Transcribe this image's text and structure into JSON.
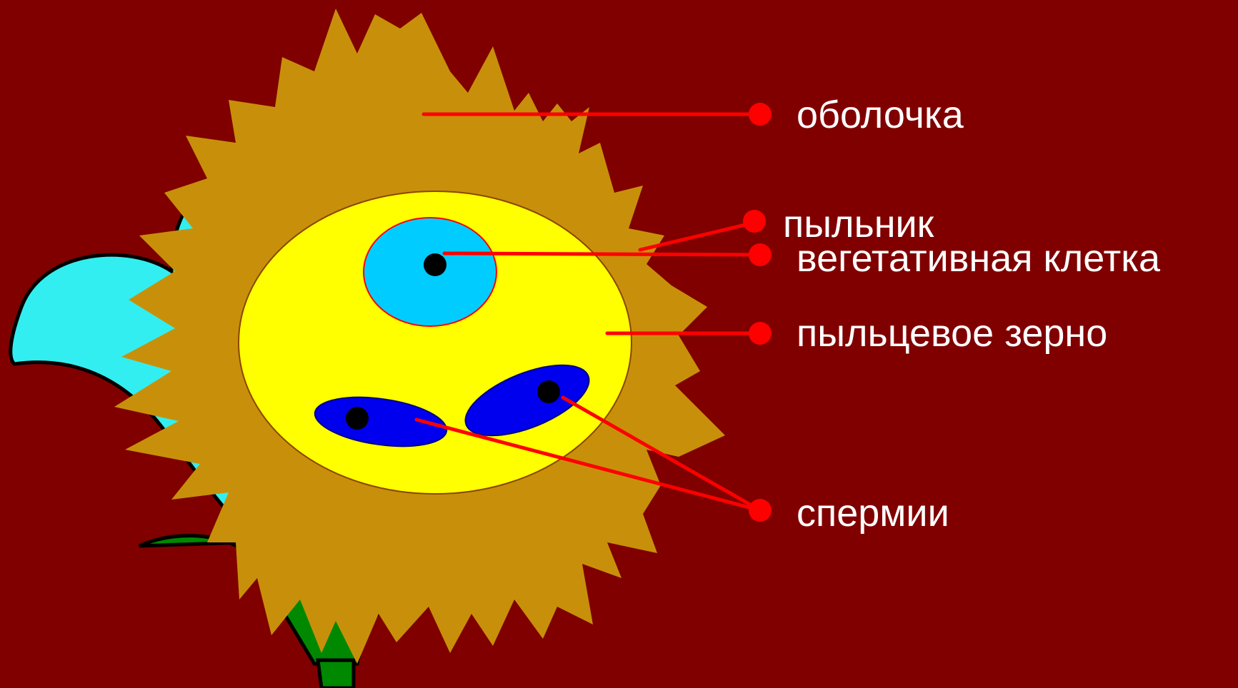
{
  "labels": {
    "shell": "оболочка",
    "anther": "пыльник",
    "vegetative_cell": "вегетативная клетка",
    "pollen_grain": "пыльцевое зерно",
    "sperms": "спермии"
  },
  "colors": {
    "background": "#800000",
    "shell": "#C8900A",
    "pollen_grain": "#FFFF00",
    "vegetative_cell": "#00CCFF",
    "sperm_cell": "#0000EE",
    "nucleus": "#000000",
    "petal": "#33EEF0",
    "sepal": "#008800",
    "pointer": "#FF0000",
    "label_text": "#FFFFFF"
  }
}
